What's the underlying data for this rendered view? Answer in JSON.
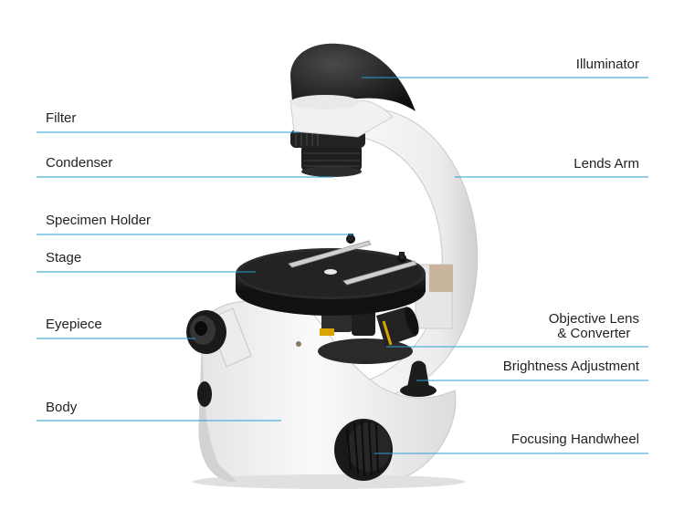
{
  "labels": {
    "illuminator": "Illuminator",
    "filter": "Filter",
    "condenser": "Condenser",
    "lens_arm": "Lends Arm",
    "specimen_holder": "Specimen Holder",
    "stage": "Stage",
    "eyepiece": "Eyepiece",
    "objective_line1": "Objective Lens",
    "objective_line2": "& Converter",
    "brightness": "Brightness Adjustment",
    "body": "Body",
    "focusing": "Focusing Handwheel"
  },
  "colors": {
    "leader_line": "#2a9fd6",
    "body_white": "#f3f3f3",
    "shadow_grey": "#d4d4d4",
    "black_part": "#1c1c1c",
    "accent_yellow": "#d9a400"
  }
}
